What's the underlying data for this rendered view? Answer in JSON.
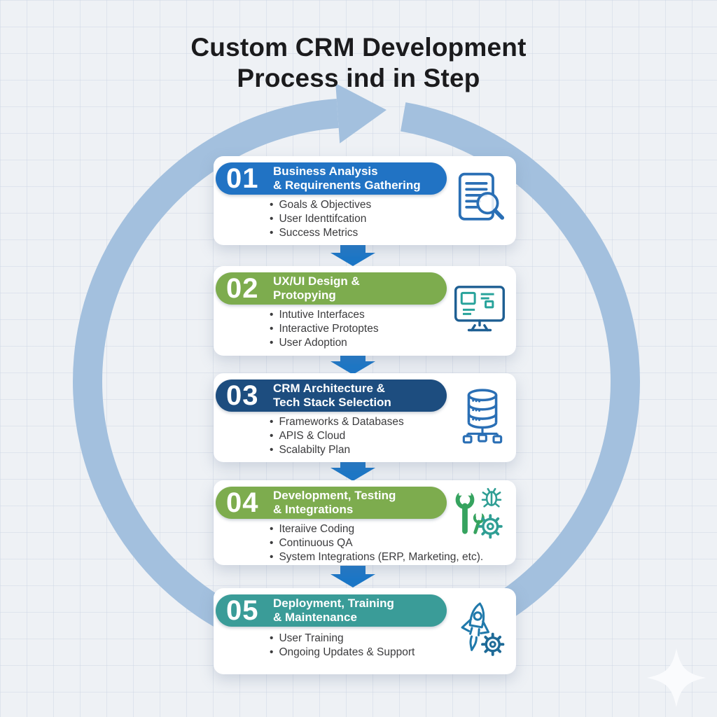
{
  "page": {
    "title_line1": "Custom CRM Development",
    "title_line2": "Process ind in Step"
  },
  "colors": {
    "background": "#eef1f5",
    "grid_line": "#cbd5e2",
    "cycle_ring": "#a3c0de",
    "connector_arrow": "#1b77c8",
    "card_background": "#ffffff",
    "title_text": "#1b1b1d",
    "bullet_text": "#3b3b3d",
    "step1_bar": "#2173c4",
    "step2_bar": "#7dac4e",
    "step3_bar": "#1d4d7f",
    "step4_bar": "#7dac4e",
    "step5_bar": "#3a9c98",
    "icon_blue": "#2a6fb5",
    "icon_teal": "#2f9e94",
    "icon_green": "#36a35f"
  },
  "decorations": {
    "ring": "circular-cycle-arrow",
    "connectors": "down-arrow-between-steps",
    "corner": "four-point-sparkle"
  },
  "steps": [
    {
      "number": "01",
      "title_line1": "Business Analysis",
      "title_line2": "& Requirenents Gathering",
      "bullets": [
        "Goals & Objectives",
        "User Identtifcation",
        "Success Metrics"
      ],
      "icon": "document-magnifier-icon"
    },
    {
      "number": "02",
      "title_line1": "UX/UI Design &",
      "title_line2": "Protopying",
      "bullets": [
        "Intutive Interfaces",
        "Interactive Protoptes",
        "User Adoption"
      ],
      "icon": "monitor-wireframe-icon"
    },
    {
      "number": "03",
      "title_line1": "CRM Architecture &",
      "title_line2": "Tech Stack Selection",
      "bullets": [
        "Frameworks & Databases",
        "APIS & Cloud",
        "Scalabilty Plan"
      ],
      "icon": "database-network-icon"
    },
    {
      "number": "04",
      "title_line1": "Development, Testing",
      "title_line2": "& Integrations",
      "bullets": [
        "Iteraiive Coding",
        "Continuous QA",
        "System Integrations (ERP, Marketing, etc)."
      ],
      "icon": "wrench-bug-gear-icon"
    },
    {
      "number": "05",
      "title_line1": "Deployment, Training",
      "title_line2": "& Maintenance",
      "bullets": [
        "User Training",
        "Ongoing Updates & Support"
      ],
      "icon": "rocket-gear-icon"
    }
  ]
}
